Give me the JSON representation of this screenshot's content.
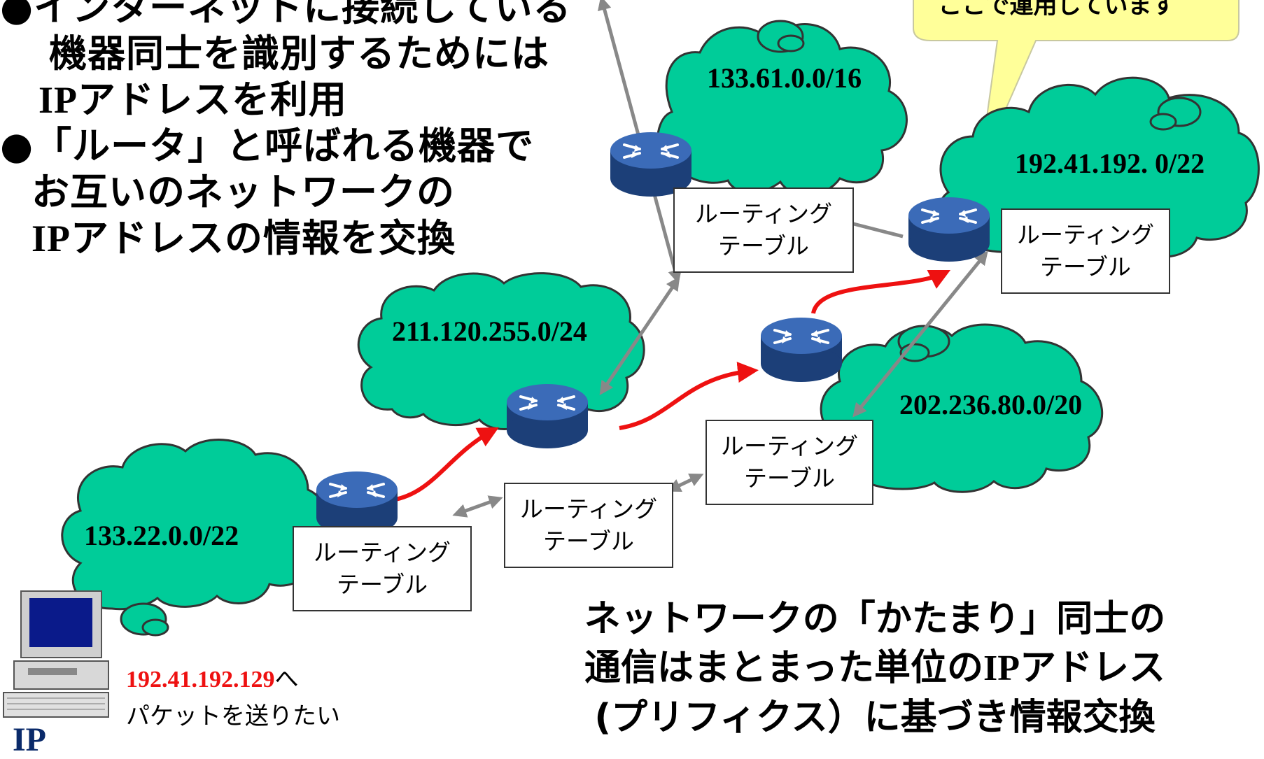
{
  "bullets": {
    "line1": "●インターネットに接続している",
    "line2": "機器同士を識別するためには",
    "line3_ip": "IP",
    "line3_rest": "アドレスを利用",
    "line4": "●「ルータ」と呼ばれる機器で",
    "line5": "お互いのネットワークの",
    "line6_ip": "IP",
    "line6_rest": "アドレスの情報を交換"
  },
  "callout": {
    "text": "ここで運用しています",
    "fill": "#ffff99"
  },
  "networks": [
    {
      "prefix": "133.61.0.0/16"
    },
    {
      "prefix": "192.41.192. 0/22"
    },
    {
      "prefix": "211.120.255.0/24"
    },
    {
      "prefix": "202.236.80.0/20"
    },
    {
      "prefix": "133.22.0.0/22"
    }
  ],
  "routing_table": {
    "line1": "ルーティング",
    "line2": "テーブル"
  },
  "bottom_text": {
    "line1": "ネットワークの「かたまり」同士の",
    "line2_pre": "通信はまとまった単位の",
    "line2_ip": "IP",
    "line2_post": "アドレス",
    "line3": "(プリフィクス）に基づき情報交換"
  },
  "sender": {
    "destination": "192.41.192.129",
    "suffix": "へ",
    "line2": "パケットを送りたい"
  },
  "logo_fragment": "IP",
  "colors": {
    "cloud": "#00cc99",
    "router": "#2f5fa8",
    "packet_path": "#ee1111",
    "exchange_arrow": "#888888"
  },
  "icons": [
    "router-icon",
    "computer-icon",
    "cloud-shape",
    "speech-callout"
  ]
}
